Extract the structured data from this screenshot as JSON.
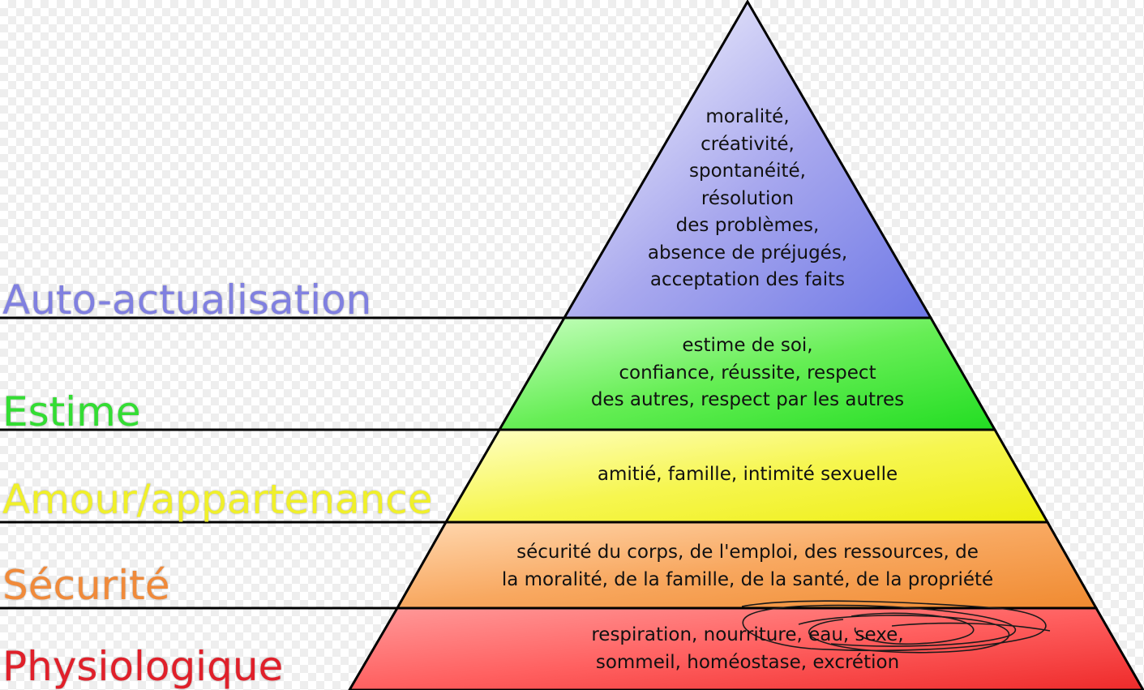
{
  "levels": [
    {
      "name": "Auto-actualisation",
      "color": "#8080e0",
      "lines": [
        "moralité,",
        "créativité,",
        "spontanéité,",
        "résolution",
        "des problèmes,",
        "absence de préjugés,",
        "acceptation des faits"
      ]
    },
    {
      "name": "Estime",
      "color": "#33dd33",
      "lines": [
        "estime de soi,",
        "confiance, réussite, respect",
        "des autres, respect par les autres"
      ]
    },
    {
      "name": "Amour/appartenance",
      "color": "#f0f02a",
      "lines": [
        "amitié, famille, intimité sexuelle"
      ]
    },
    {
      "name": "Sécurité",
      "color": "#f08a3a",
      "lines": [
        "sécurité du corps, de l'emploi, des ressources, de",
        "la moralité, de la famille, de la santé, de la propriété"
      ]
    },
    {
      "name": "Physiologique",
      "color": "#e0202a",
      "lines": [
        "respiration, nourriture, eau, sexe,",
        "sommeil, homéostase, excrétion"
      ]
    }
  ]
}
